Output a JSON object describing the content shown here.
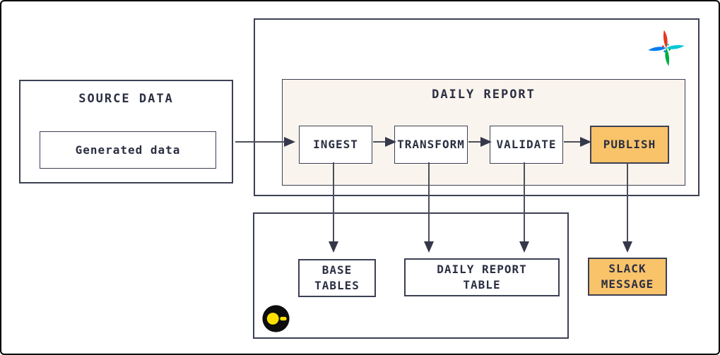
{
  "colors": {
    "canvas_border": "#000000",
    "ink": "#2b2f42",
    "border": "#3c4053",
    "arrow": "#4c4f5a",
    "cream_bg": "#faf4ee",
    "highlight_bg": "#f9c36a",
    "node_bg": "#ffffff",
    "airflow_red": "#e43921",
    "airflow_cyan": "#00c7d4",
    "airflow_green": "#00ad46",
    "airflow_blue": "#017cee",
    "duckdb_black": "#0d0d0d",
    "duckdb_yellow": "#ffe000"
  },
  "source_data": {
    "title": "SOURCE DATA",
    "node_label": "Generated data"
  },
  "daily_report": {
    "title": "DAILY REPORT",
    "steps": [
      {
        "label": "INGEST",
        "highlight": false
      },
      {
        "label": "TRANSFORM",
        "highlight": false
      },
      {
        "label": "VALIDATE",
        "highlight": false
      },
      {
        "label": "PUBLISH",
        "highlight": true
      }
    ]
  },
  "storage": {
    "base_tables_label": "BASE\nTABLES",
    "daily_report_table_label": "DAILY REPORT\nTABLE"
  },
  "slack": {
    "label": "SLACK\nMESSAGE"
  },
  "logos": {
    "airflow": "airflow-pinwheel-logo",
    "duckdb": "duckdb-duck-logo"
  }
}
